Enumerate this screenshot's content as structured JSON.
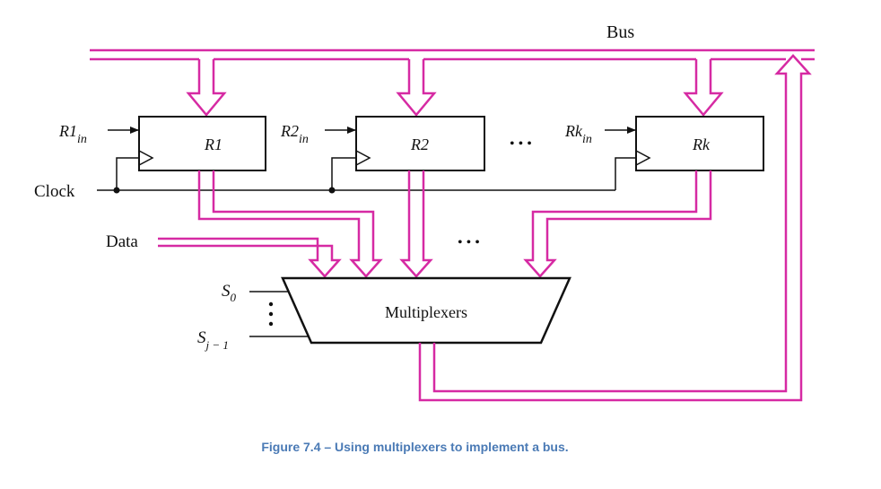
{
  "colors": {
    "bus": "#d62aa3",
    "line": "#111111",
    "caption": "#4a7ab5"
  },
  "labels": {
    "bus": "Bus",
    "clock": "Clock",
    "data": "Data",
    "multiplexers": "Multiplexers",
    "ellipsis": "• • •"
  },
  "registers": [
    {
      "name": "R1",
      "in_prefix": "R1",
      "in_sub": "in"
    },
    {
      "name": "R2",
      "in_prefix": "R2",
      "in_sub": "in"
    },
    {
      "name": "Rk",
      "in_prefix": "Rk",
      "in_sub": "in"
    }
  ],
  "selects": {
    "s0": {
      "base": "S",
      "sub": "0"
    },
    "sj1": {
      "base": "S",
      "sub": "j − 1"
    }
  },
  "caption": "Figure 7.4 – Using multiplexers to implement a bus."
}
